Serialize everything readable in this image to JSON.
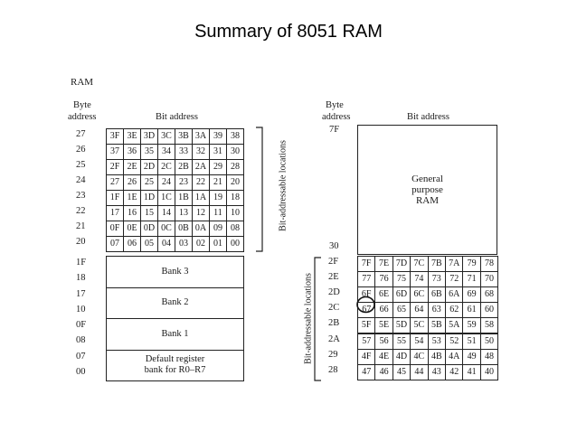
{
  "title": "Summary of 8051 RAM",
  "ram_label": "RAM",
  "left": {
    "byte_header": "Byte",
    "address_header": "address",
    "bit_header": "Bit address",
    "side_label": "Bit-addressable locations",
    "rows": [
      {
        "addr": "27",
        "bits": [
          "3F",
          "3E",
          "3D",
          "3C",
          "3B",
          "3A",
          "39",
          "38"
        ]
      },
      {
        "addr": "26",
        "bits": [
          "37",
          "36",
          "35",
          "34",
          "33",
          "32",
          "31",
          "30"
        ]
      },
      {
        "addr": "25",
        "bits": [
          "2F",
          "2E",
          "2D",
          "2C",
          "2B",
          "2A",
          "29",
          "28"
        ]
      },
      {
        "addr": "24",
        "bits": [
          "27",
          "26",
          "25",
          "24",
          "23",
          "22",
          "21",
          "20"
        ]
      },
      {
        "addr": "23",
        "bits": [
          "1F",
          "1E",
          "1D",
          "1C",
          "1B",
          "1A",
          "19",
          "18"
        ]
      },
      {
        "addr": "22",
        "bits": [
          "17",
          "16",
          "15",
          "14",
          "13",
          "12",
          "11",
          "10"
        ]
      },
      {
        "addr": "21",
        "bits": [
          "0F",
          "0E",
          "0D",
          "0C",
          "0B",
          "0A",
          "09",
          "08"
        ]
      },
      {
        "addr": "20",
        "bits": [
          "07",
          "06",
          "05",
          "04",
          "03",
          "02",
          "01",
          "00"
        ]
      }
    ],
    "banks": [
      {
        "addr_top": "1F",
        "addr_bottom": "18",
        "label": "Bank 3"
      },
      {
        "addr_top": "17",
        "addr_bottom": "10",
        "label": "Bank 2"
      },
      {
        "addr_top": "0F",
        "addr_bottom": "08",
        "label": "Bank 1"
      },
      {
        "addr_top": "07",
        "addr_bottom": "00",
        "label": "Default register\nbank for R0–R7"
      }
    ]
  },
  "right": {
    "byte_header": "Byte",
    "address_header": "address",
    "bit_header": "Bit address",
    "side_label": "Bit-addressable locations",
    "top_addr": "7F",
    "bottom_addr": "30",
    "general_label": "General\npurpose\nRAM",
    "rows": [
      {
        "addr": "2F",
        "bits": [
          "7F",
          "7E",
          "7D",
          "7C",
          "7B",
          "7A",
          "79",
          "78"
        ]
      },
      {
        "addr": "2E",
        "bits": [
          "77",
          "76",
          "75",
          "74",
          "73",
          "72",
          "71",
          "70"
        ]
      },
      {
        "addr": "2D",
        "bits": [
          "6F",
          "6E",
          "6D",
          "6C",
          "6B",
          "6A",
          "69",
          "68"
        ]
      },
      {
        "addr": "2C",
        "bits": [
          "67",
          "66",
          "65",
          "64",
          "63",
          "62",
          "61",
          "60"
        ]
      },
      {
        "addr": "2B",
        "bits": [
          "5F",
          "5E",
          "5D",
          "5C",
          "5B",
          "5A",
          "59",
          "58"
        ]
      },
      {
        "addr": "2A",
        "bits": [
          "57",
          "56",
          "55",
          "54",
          "53",
          "52",
          "51",
          "50"
        ]
      },
      {
        "addr": "29",
        "bits": [
          "4F",
          "4E",
          "4D",
          "4C",
          "4B",
          "4A",
          "49",
          "48"
        ]
      },
      {
        "addr": "28",
        "bits": [
          "47",
          "46",
          "45",
          "44",
          "43",
          "42",
          "41",
          "40"
        ]
      }
    ],
    "circled_bit": "67"
  }
}
